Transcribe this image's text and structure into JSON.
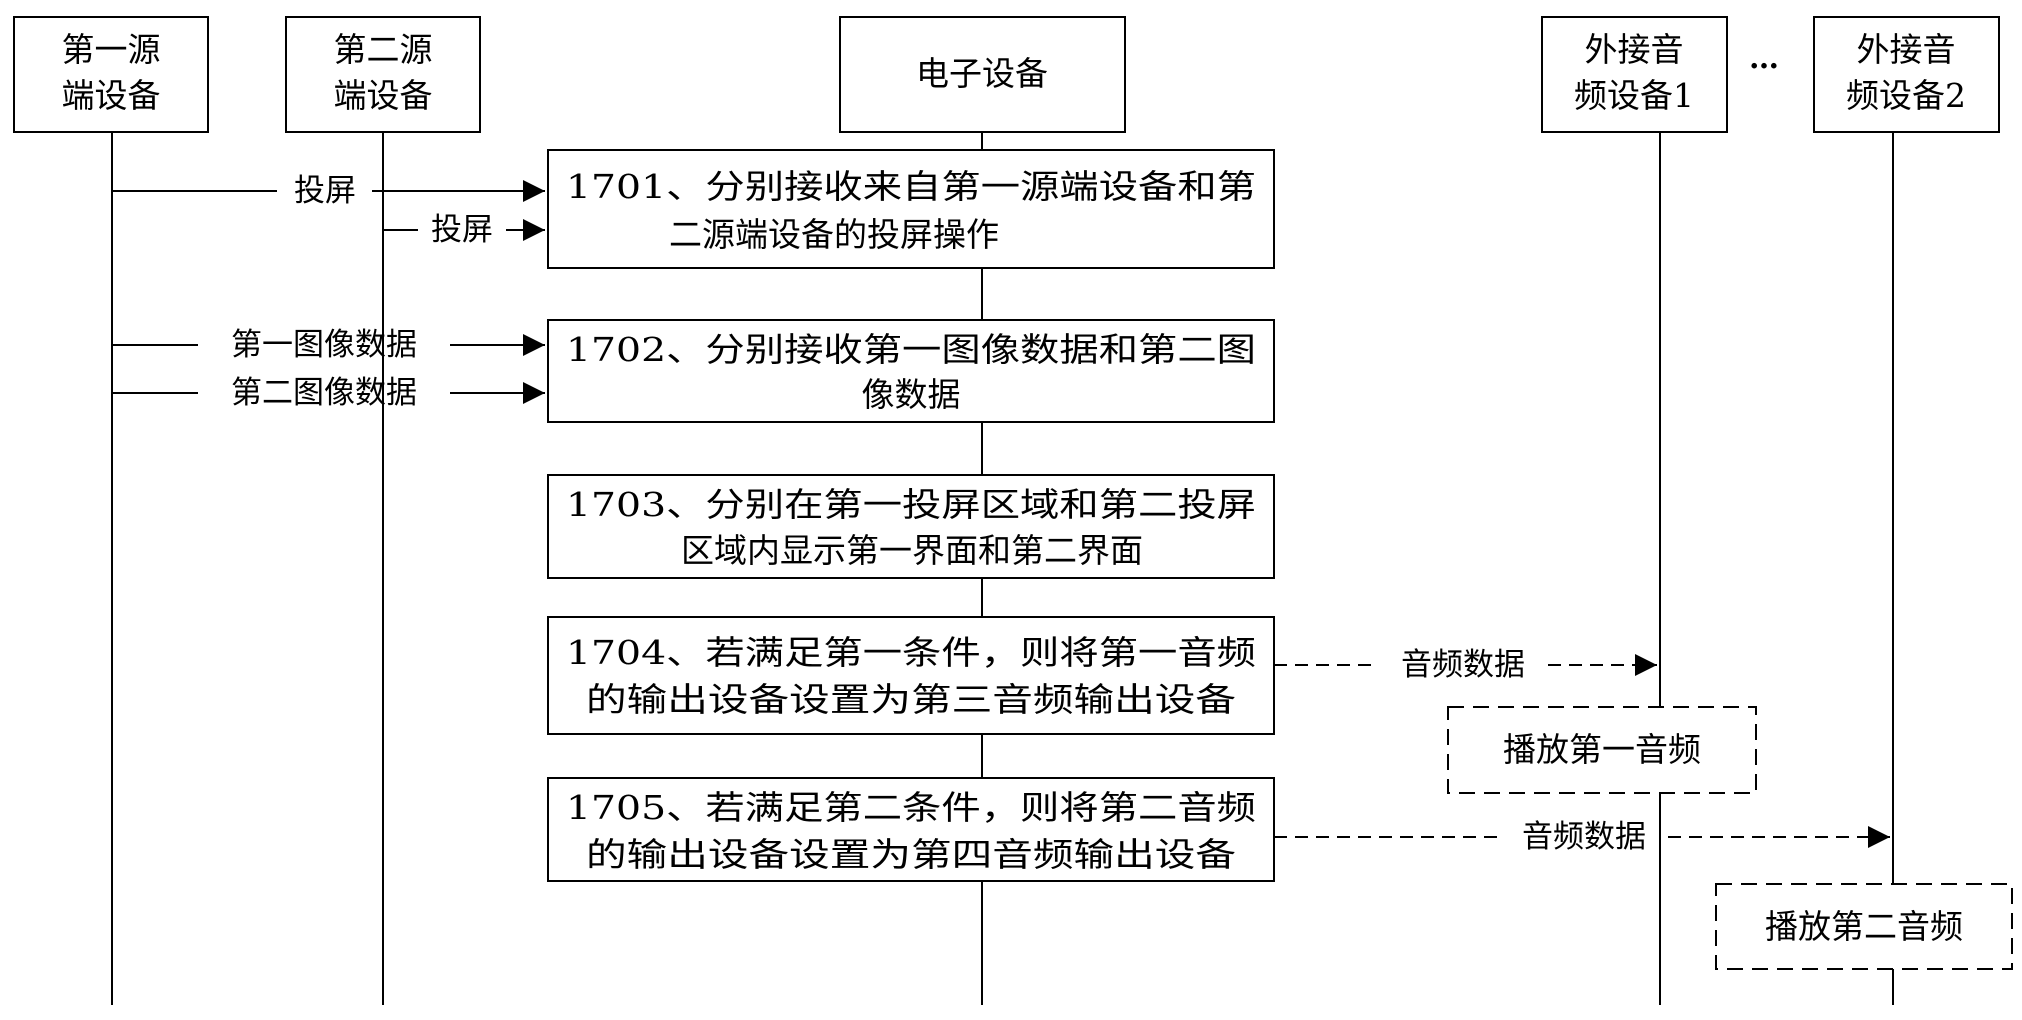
{
  "participants": {
    "source1": [
      "第一源",
      "端设备"
    ],
    "source2": [
      "第二源",
      "端设备"
    ],
    "device": [
      "电子设备"
    ],
    "audio1": [
      "外接音",
      "频设备1"
    ],
    "ellipsis": "…",
    "audio2": [
      "外接音",
      "频设备2"
    ]
  },
  "steps": {
    "s1701": [
      "1701、分别接收来自第一源端设备和第",
      "二源端设备的投屏操作"
    ],
    "s1702": [
      "1702、分别接收第一图像数据和第二图",
      "像数据"
    ],
    "s1703": [
      "1703、分别在第一投屏区域和第二投屏",
      "区域内显示第一界面和第二界面"
    ],
    "s1704": [
      "1704、若满足第一条件，则将第一音频",
      "的输出设备设置为第三音频输出设备"
    ],
    "s1705": [
      "1705、若满足第二条件，则将第二音频",
      "的输出设备设置为第四音频输出设备"
    ]
  },
  "messages": {
    "cast1": "投屏",
    "cast2": "投屏",
    "image1": "第一图像数据",
    "image2": "第二图像数据",
    "audio_data1": "音频数据",
    "audio_data2": "音频数据"
  },
  "actions": {
    "play1": "播放第一音频",
    "play2": "播放第二音频"
  }
}
